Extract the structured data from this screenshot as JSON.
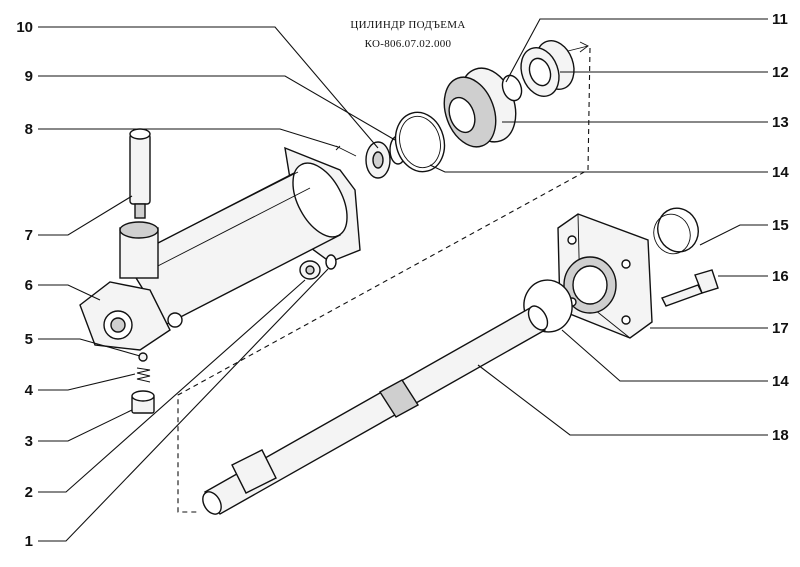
{
  "title": {
    "line1": "ЦИЛИНДР ПОДЪЕМА",
    "line2": "КО-806.07.02.000"
  },
  "callouts": [
    "10",
    "11",
    "9",
    "12",
    "8",
    "13",
    "14",
    "7",
    "15",
    "16",
    "6",
    "17",
    "5",
    "14",
    "4",
    "3",
    "18",
    "2",
    "1"
  ]
}
